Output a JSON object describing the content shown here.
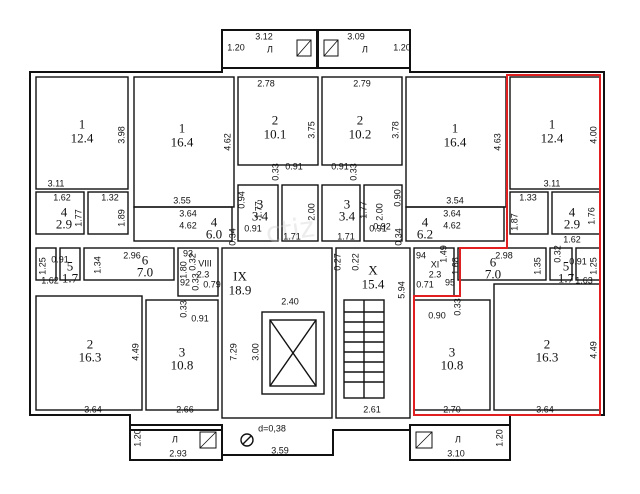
{
  "rooms": [
    {
      "id": "r1",
      "num": "1",
      "area": "12.4"
    },
    {
      "id": "r2",
      "num": "1",
      "area": "16.4"
    },
    {
      "id": "r3",
      "num": "2",
      "area": "10.1"
    },
    {
      "id": "r4",
      "num": "2",
      "area": "10.2"
    },
    {
      "id": "r5",
      "num": "1",
      "area": "16.4"
    },
    {
      "id": "r6",
      "num": "1",
      "area": "12.4"
    },
    {
      "id": "r7",
      "num": "4",
      "area": "2.9"
    },
    {
      "id": "r8",
      "num": "4",
      "area": "6.0"
    },
    {
      "id": "r9",
      "num": "3",
      "area": "3.4"
    },
    {
      "id": "r10",
      "num": "3",
      "area": "3.4"
    },
    {
      "id": "r11",
      "num": "4",
      "area": "6.2"
    },
    {
      "id": "r12",
      "num": "4",
      "area": "2.9"
    },
    {
      "id": "r13",
      "num": "5",
      "area": "1.7"
    },
    {
      "id": "r14",
      "num": "6",
      "area": "7.0"
    },
    {
      "id": "r15",
      "num": "IX",
      "area": "18.9"
    },
    {
      "id": "r16",
      "num": "X",
      "area": "15.4"
    },
    {
      "id": "r17",
      "num": "6",
      "area": "7.0"
    },
    {
      "id": "r18",
      "num": "5",
      "area": "1.7"
    },
    {
      "id": "r19",
      "num": "2",
      "area": "16.3"
    },
    {
      "id": "r20",
      "num": "3",
      "area": "10.8"
    },
    {
      "id": "r21",
      "num": "3",
      "area": "10.8"
    },
    {
      "id": "r22",
      "num": "2",
      "area": "16.3"
    }
  ],
  "small_rooms": [
    {
      "id": "s1",
      "text": "93"
    },
    {
      "id": "s2",
      "text": "VIII"
    },
    {
      "id": "s3",
      "text": "2.3"
    },
    {
      "id": "s4",
      "text": "92"
    },
    {
      "id": "s5",
      "text": "94"
    },
    {
      "id": "s6",
      "text": "XI"
    },
    {
      "id": "s7",
      "text": "2.3"
    },
    {
      "id": "s8",
      "text": "95"
    }
  ],
  "balconies": [
    {
      "id": "b1",
      "letter": "Л",
      "dim": "3.12"
    },
    {
      "id": "b2",
      "letter": "Л",
      "dim": "3.09"
    },
    {
      "id": "b3",
      "letter": "Л",
      "dim": "2.93"
    },
    {
      "id": "b4",
      "letter": "Л",
      "dim": "3.10"
    }
  ],
  "dims_h": [
    "1.20",
    "1.20",
    "2.78",
    "2.79",
    "3.11",
    "3.55",
    "3.54",
    "3.11",
    "1.62",
    "1.32",
    "3.64",
    "4.62",
    "3.64",
    "4.62",
    "1.33",
    "1.62",
    "0.91",
    "0.91",
    "0.91",
    "0.91",
    "1.71",
    "1.71",
    "0.92",
    "2.96",
    "2.98",
    "0.91",
    "1.62",
    "0.91",
    "1.63",
    "0.79",
    "0.71",
    "0.91",
    "0.90",
    "2.40",
    "3.64",
    "2.66",
    "2.61",
    "2.70",
    "3.64",
    "3.59",
    "1.20",
    "1.20"
  ],
  "dims_v": [
    "3.98",
    "4.62",
    "3.75",
    "3.78",
    "4.63",
    "4.00",
    "1.77",
    "1.89",
    "0.94",
    "1.77",
    "2.00",
    "2.00",
    "1.77",
    "0.90",
    "1.87",
    "1.76",
    "0.34",
    "0.34",
    "1.34",
    "1.25",
    "1.80",
    "0.27",
    "0.22",
    "5.94",
    "1.49",
    "1.68",
    "1.35",
    "1.25",
    "0.33",
    "4.49",
    "7.29",
    "3.00",
    "0.33",
    "4.49",
    "0.33",
    "0.33",
    "0.32",
    "0.32",
    "0.33"
  ],
  "notes": {
    "drain": "d=0,38"
  },
  "watermark": "ctiz",
  "colors": {
    "wall": "#111111",
    "highlight": "#e02020"
  }
}
